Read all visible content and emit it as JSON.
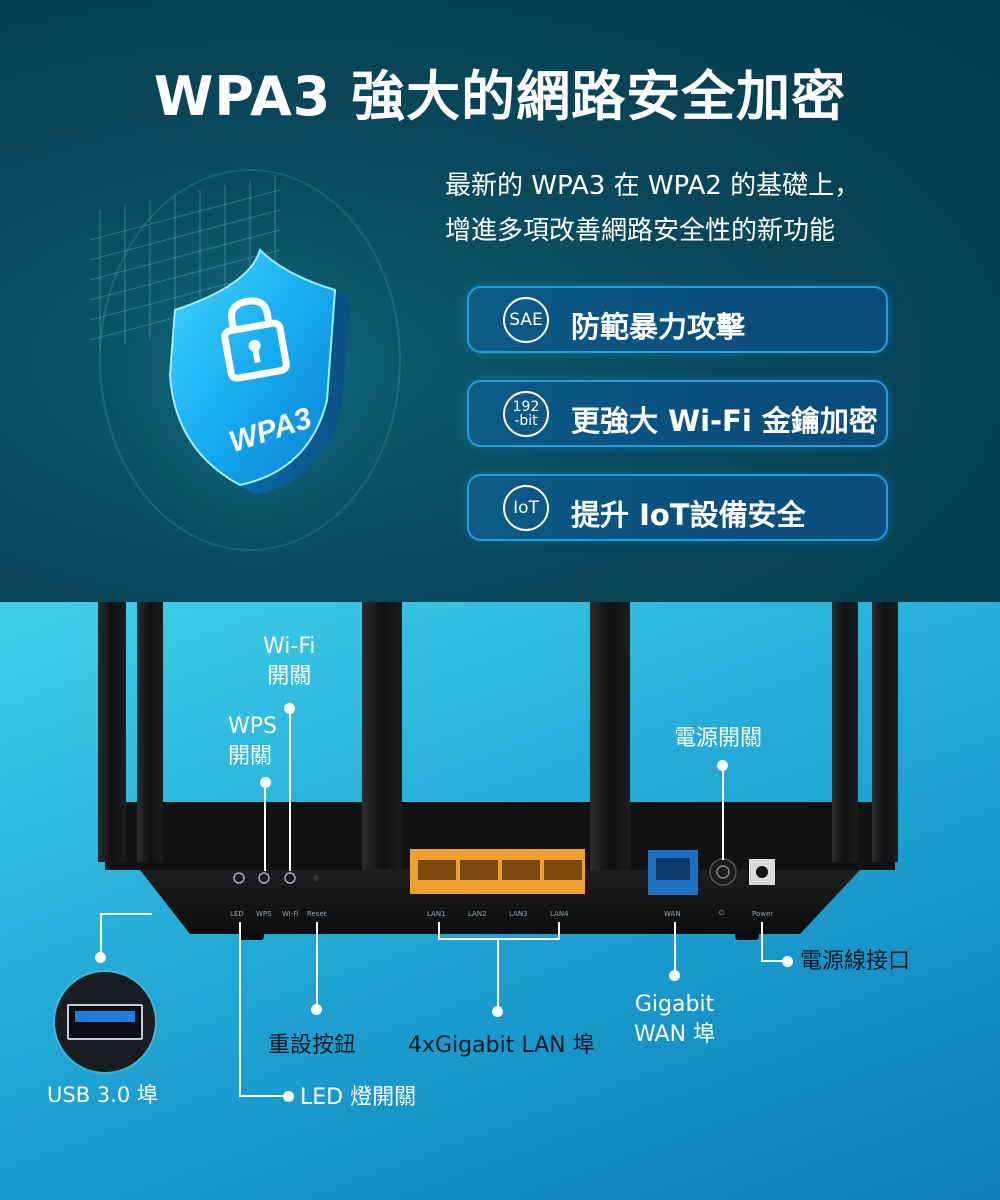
{
  "header": {
    "title": "WPA3 強大的網路安全加密",
    "subtitle_lines": [
      "最新的 WPA3 在 WPA2 的基礎上，",
      "增進多項改善網路安全性的新功能"
    ]
  },
  "shield": {
    "text": "WPA3",
    "icon": "lock-icon"
  },
  "features": [
    {
      "badge": "SAE",
      "label": "防範暴力攻擊"
    },
    {
      "badge_line1": "192",
      "badge_line2": "-bit",
      "label": "更強大 Wi-Fi 金鑰加密"
    },
    {
      "badge": "IoT",
      "label": "提升 IoT設備安全"
    }
  ],
  "port_labels": {
    "led": "LED",
    "wps": "WPS",
    "wifi": "Wi-Fi",
    "reset": "Reset",
    "lan1": "LAN1",
    "lan2": "LAN2",
    "lan3": "LAN3",
    "lan4": "LAN4",
    "wan": "WAN",
    "power_symbol": "⏻",
    "power": "Power"
  },
  "callouts": {
    "wifi_switch_1": "Wi-Fi",
    "wifi_switch_2": "開關",
    "wps_switch_1": "WPS",
    "wps_switch_2": "開關",
    "power_switch": "電源開關",
    "power_port": "電源線接口",
    "gigabit_wan_1": "Gigabit",
    "gigabit_wan_2": "WAN 埠",
    "reset_button": "重設按鈕",
    "lan_ports": "4xGigabit LAN 埠",
    "usb_port": "USB 3.0 埠",
    "led_switch": "LED 燈開關"
  },
  "colors": {
    "top_bg": "#053a4c",
    "bottom_bg": "#22a9d6",
    "feature_border": "#1f9fe0",
    "lan_orange": "#f0a030",
    "wan_blue": "#1e6fc0"
  }
}
